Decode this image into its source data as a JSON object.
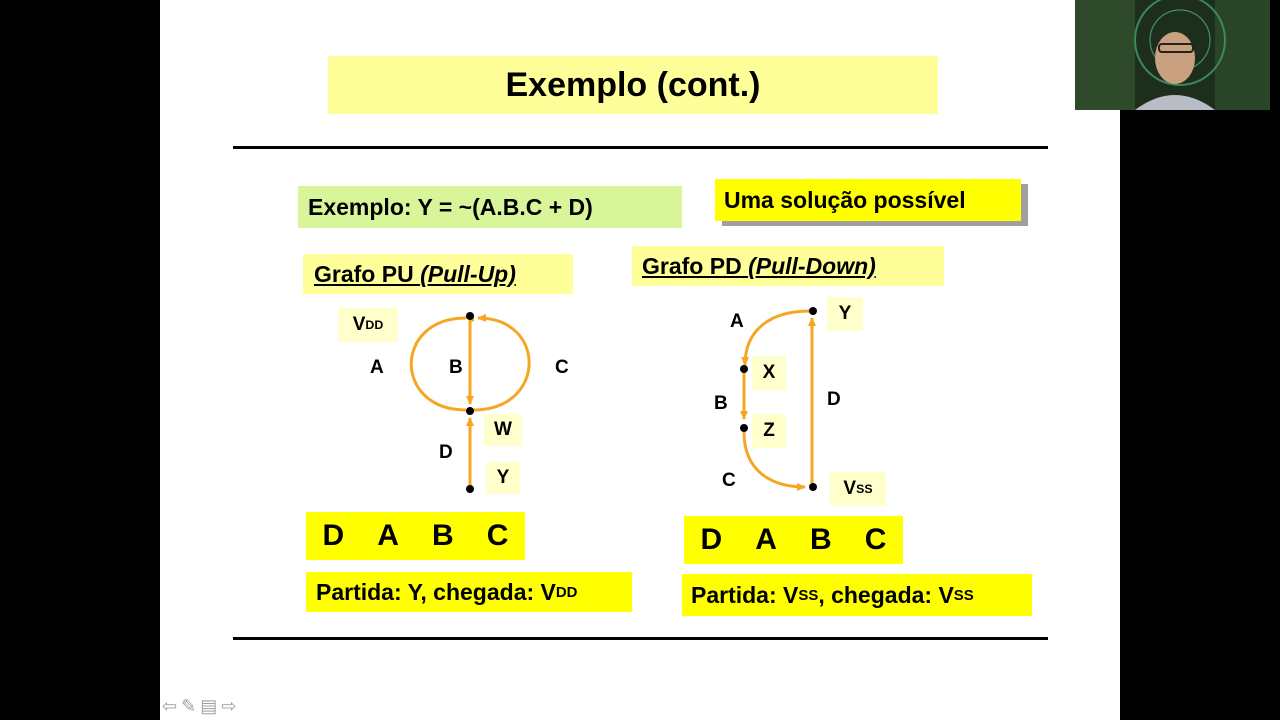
{
  "slide": {
    "title": "Exemplo (cont.)",
    "example": "Exemplo: Y = ~(A.B.C + D)",
    "solution": "Uma solução possível",
    "pu": {
      "heading_main": "Grafo PU ",
      "heading_paren": "(Pull-Up)",
      "vdd_main": "V",
      "vdd_sub": "DD",
      "label_a": "A",
      "label_b": "B",
      "label_c": "C",
      "label_d": "D",
      "label_w": "W",
      "label_y": "Y",
      "sequence": [
        "D",
        "A",
        "B",
        "C"
      ],
      "path_main": "Partida: Y, chegada: V",
      "path_sub": "DD"
    },
    "pd": {
      "heading_main": "Grafo PD ",
      "heading_paren": "(Pull-Down)",
      "label_a": "A",
      "label_b": "B",
      "label_c": "C",
      "label_d": "D",
      "label_x": "X",
      "label_y": "Y",
      "label_z": "Z",
      "vss_main": "V",
      "vss_sub": "SS",
      "sequence": [
        "D",
        "A",
        "B",
        "C"
      ],
      "path_part1": "Partida: V",
      "path_sub1": "SS",
      "path_part2": ", chegada: V",
      "path_sub2": "SS"
    }
  },
  "colors": {
    "edge": "#f5a623",
    "yellow": "#ffff99",
    "green": "#d9f59a",
    "label_bg": "#ffffcc"
  },
  "icons": [
    "arrow-left-icon",
    "pen-icon",
    "menu-icon",
    "arrow-right-icon"
  ]
}
